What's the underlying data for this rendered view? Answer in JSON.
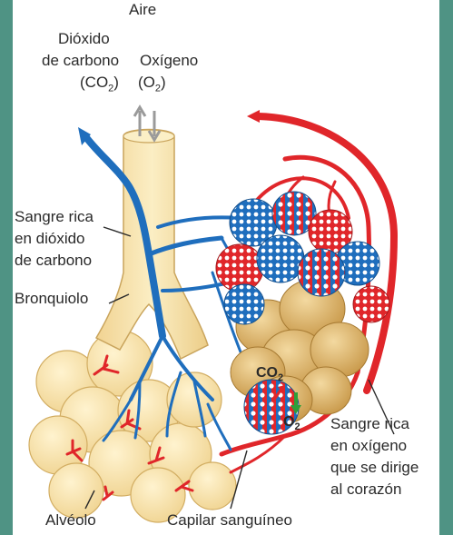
{
  "colors": {
    "frame": "#4f9384",
    "background": "#ffffff",
    "bronchiole": "#f7e2a7",
    "alveolus": "#f9e6ad",
    "deoxygenated_vessel": "#1f6ebd",
    "oxygenated_vessel": "#e0262a",
    "alveolus_tissue": "#d7b060",
    "text": "#2a2a2a"
  },
  "labels": {
    "aire": "Aire",
    "dioxido_line1": "Dióxido",
    "dioxido_line2": "de carbono",
    "co2_formula": "(CO",
    "co2_sub": "2",
    "co2_close": ")",
    "oxigeno": "Oxígeno",
    "o2_formula": "(O",
    "o2_sub": "2",
    "o2_close": ")",
    "sangre_co2_line1": "Sangre rica",
    "sangre_co2_line2": "en dióxido",
    "sangre_co2_line3": "de carbono",
    "bronquiolo": "Bronquiolo",
    "sangre_o2_line1": "Sangre rica",
    "sangre_o2_line2": "en oxígeno",
    "sangre_o2_line3": "que se dirige",
    "sangre_o2_line4": "al corazón",
    "alveolo": "Alvéolo",
    "capilar": "Capilar sanguíneo",
    "co2_inner": "CO",
    "co2_inner_sub": "2",
    "o2_inner": "O",
    "o2_inner_sub": "2"
  },
  "icons": {
    "in_arrow": "blue-arrow-icon",
    "out_arrow": "red-arrow-icon",
    "air_arrows": "double-arrow-icon"
  }
}
